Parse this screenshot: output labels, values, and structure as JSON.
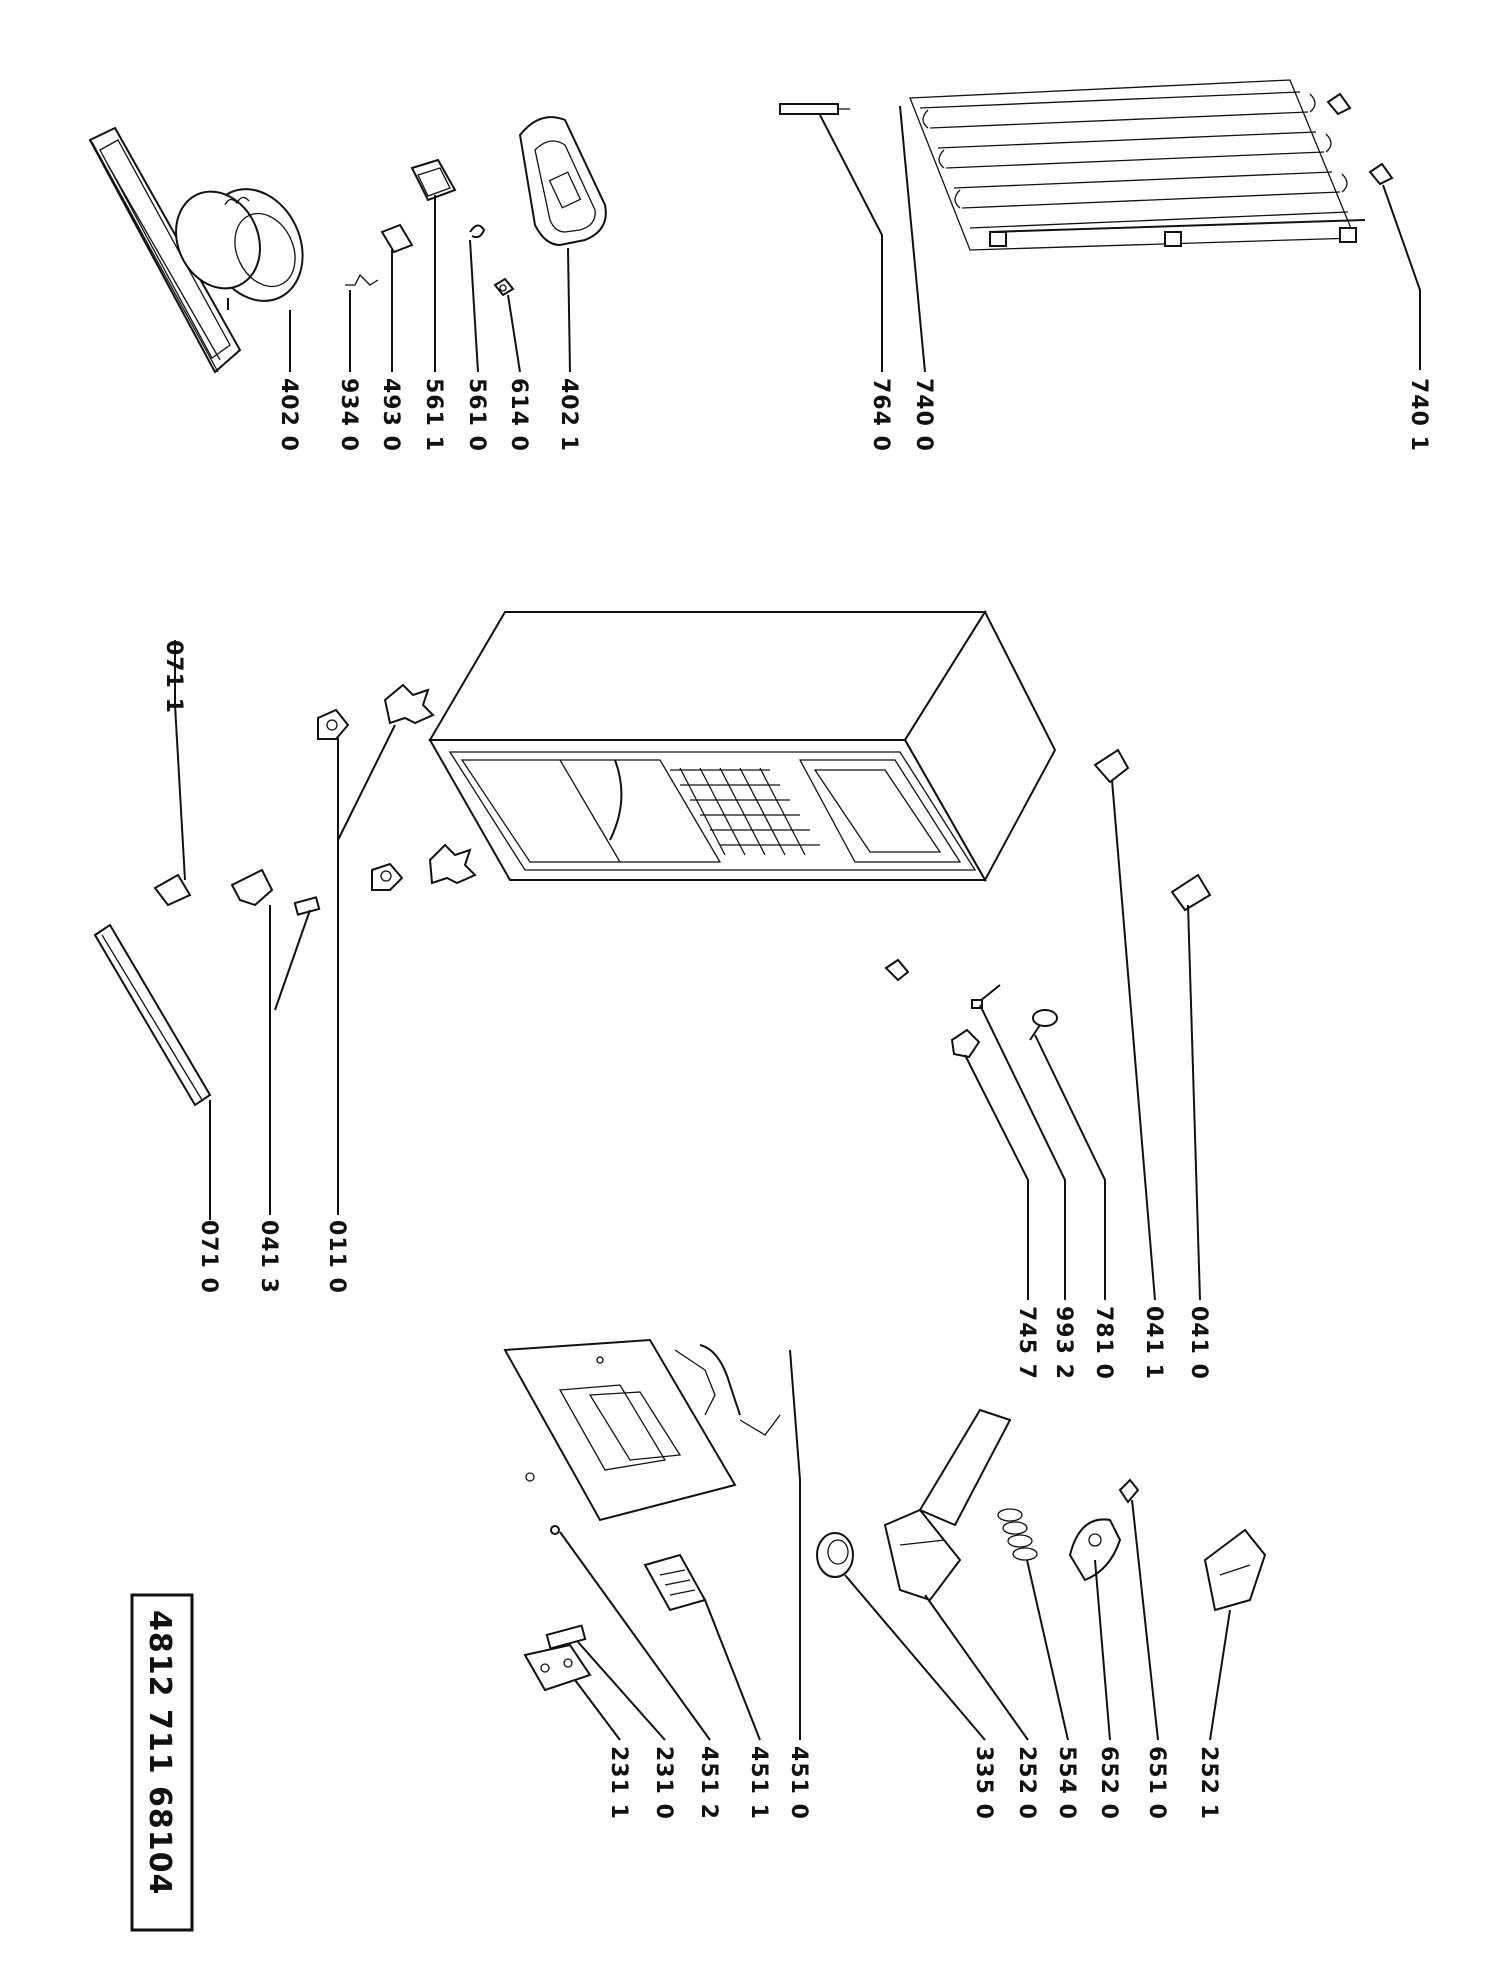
{
  "model_number": "4812 711 68104",
  "part_labels": {
    "p4020": "402 0",
    "p9340": "934 0",
    "p4930": "493 0",
    "p5611": "561 1",
    "p5610": "561 0",
    "p6140": "614 0",
    "p4021": "402 1",
    "p7640": "764 0",
    "p7400": "740 0",
    "p7401": "740 1",
    "p0711": "071 1",
    "p0710": "071 0",
    "p0413": "041 3",
    "p0110": "011 0",
    "p7457": "745 7",
    "p9932": "993 2",
    "p7810": "781 0",
    "p0411": "041 1",
    "p0410": "041 0",
    "p2311": "231 1",
    "p2310": "231 0",
    "p4512": "451 2",
    "p4511": "451 1",
    "p4510": "451 0",
    "p3350": "335 0",
    "p2520": "252 0",
    "p5540": "554 0",
    "p6520": "652 0",
    "p6510": "651 0",
    "p2521": "252 1"
  }
}
